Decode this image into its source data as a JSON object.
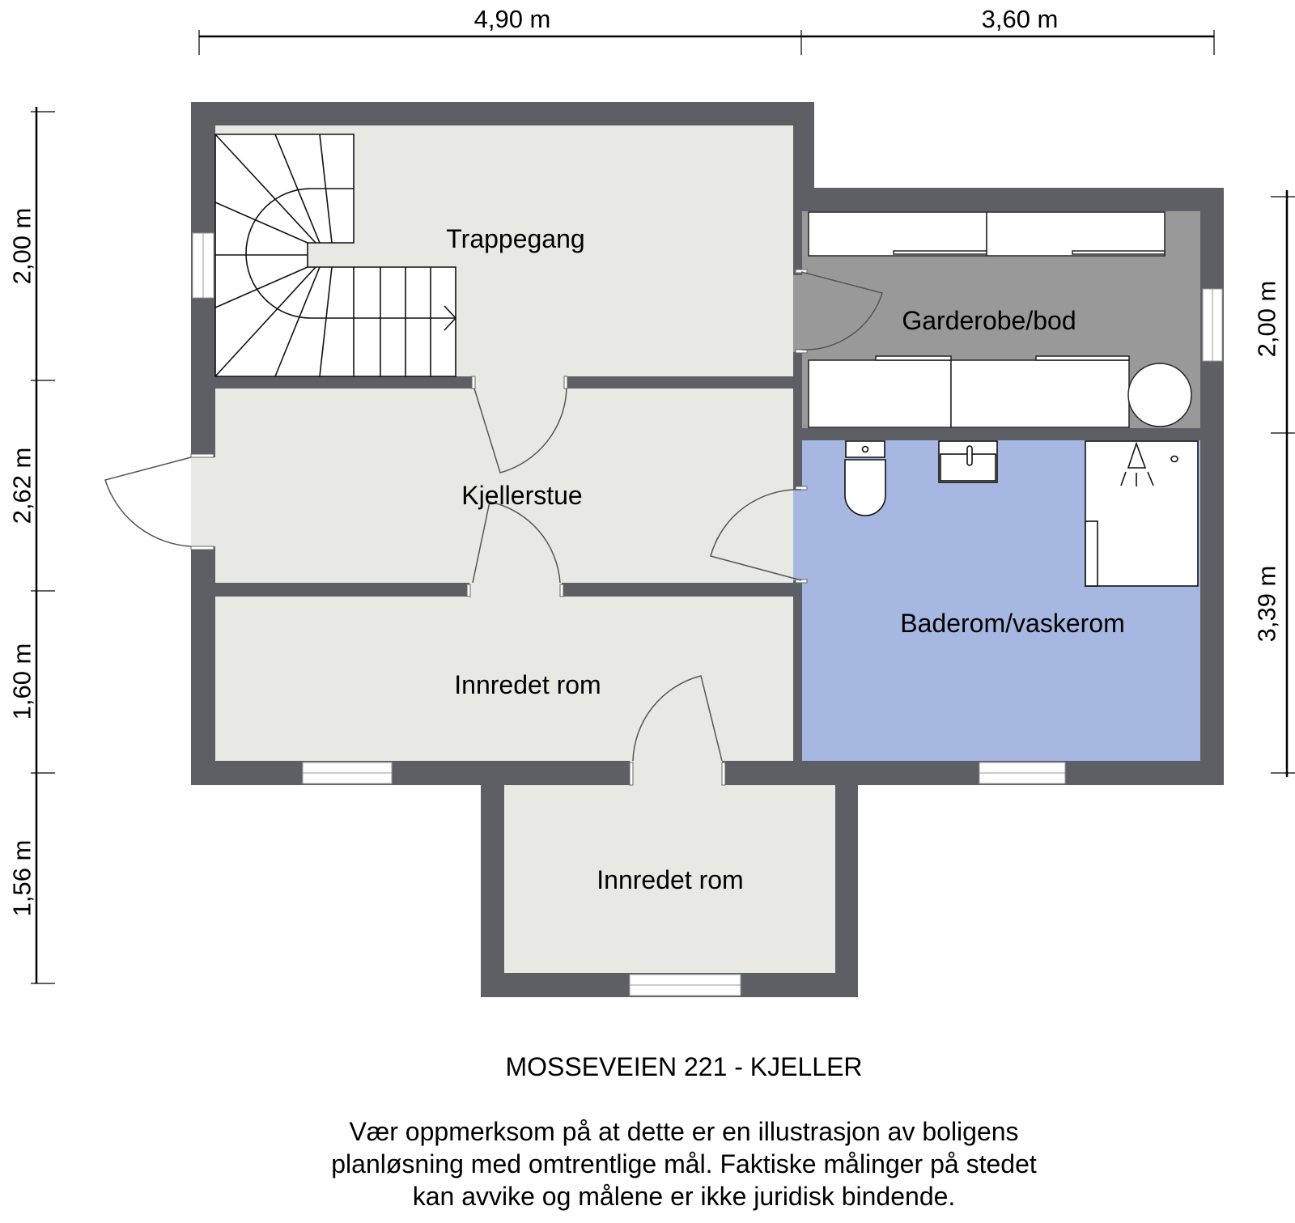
{
  "plan": {
    "title": "MOSSEVEIEN 221 - KJELLER",
    "disclaimer": [
      "Vær oppmerksom på at dette er en illustrasjon av boligens",
      "planløsning med omtrentlige mål. Faktiske målinger på stedet",
      "kan avvike og målene er ikke juridisk bindende."
    ],
    "colors": {
      "wall": "#5c5f64",
      "floor": "#e9e9e3",
      "storage_floor": "#999999",
      "bathroom_floor": "#a6b7e1",
      "fixture": "#ffffff"
    }
  },
  "rooms": [
    {
      "name": "Trappegang"
    },
    {
      "name": "Garderobe/bod"
    },
    {
      "name": "Kjellerstue"
    },
    {
      "name": "Baderom/vaskerom"
    },
    {
      "name": "Innredet rom"
    },
    {
      "name": "Innredet rom"
    }
  ],
  "dimensions": {
    "top": [
      "4,90 m",
      "3,60 m"
    ],
    "left": [
      "2,00 m",
      "2,62 m",
      "1,60 m",
      "1,56 m"
    ],
    "right": [
      "2,00 m",
      "3,39 m"
    ]
  }
}
